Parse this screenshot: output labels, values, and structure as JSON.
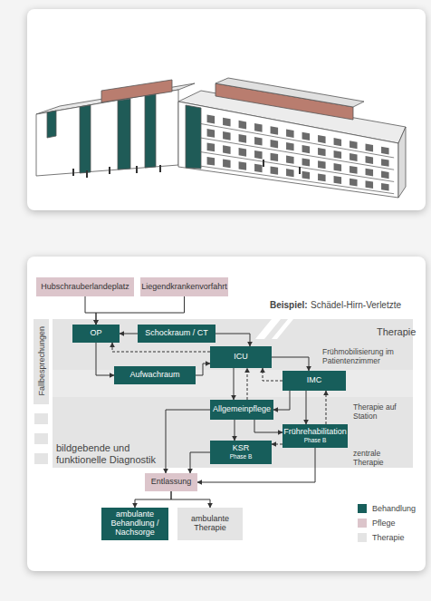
{
  "diagram": {
    "nodes": [
      {
        "text": [
          "Hubschrauberlandeplatz"
        ]
      },
      {
        "text": [
          "Liegendkrankenvorfahrt"
        ]
      },
      {
        "text": [
          "OP"
        ]
      },
      {
        "text": [
          "Schockraum / CT"
        ]
      },
      {
        "text": [
          "Aufwachraum"
        ]
      },
      {
        "text": [
          "ICU"
        ]
      },
      {
        "text": [
          "IMC"
        ]
      },
      {
        "text": [
          "Allgemeinpflege"
        ]
      },
      {
        "text": [
          "Frührehabilitation",
          "Phase B"
        ]
      },
      {
        "text": [
          "KSR",
          "Phase B"
        ]
      },
      {
        "text": [
          "Entlassung"
        ]
      },
      {
        "text": [
          "ambulante Behandlung / Nachsorge"
        ]
      },
      {
        "text": [
          "ambulante Therapie"
        ]
      }
    ],
    "edges": [
      {
        "from": 0,
        "to": 2,
        "arrow": "to"
      },
      {
        "from": 1,
        "to": 2,
        "arrow": "to"
      },
      {
        "from": 3,
        "to": 2,
        "arrow": "to"
      },
      {
        "from": 3,
        "to": 5,
        "arrow": "to"
      },
      {
        "from": 2,
        "to": 4,
        "arrow": "to"
      },
      {
        "from": 4,
        "to": 5,
        "arrow": "to"
      },
      {
        "from": 5,
        "to": 2,
        "arrow": "to"
      },
      {
        "from": 5,
        "to": 6,
        "arrow": "to"
      },
      {
        "from": 6,
        "to": 5,
        "arrow": "to"
      },
      {
        "from": 5,
        "to": 7,
        "arrow": "to"
      },
      {
        "from": 7,
        "to": 5,
        "arrow": "to"
      },
      {
        "from": 6,
        "to": 7,
        "arrow": "to"
      },
      {
        "from": 6,
        "to": 8,
        "arrow": "to"
      },
      {
        "from": 8,
        "to": 6,
        "arrow": "to"
      },
      {
        "from": 7,
        "to": 8,
        "arrow": "to"
      },
      {
        "from": 7,
        "to": 9,
        "arrow": "to"
      },
      {
        "from": 8,
        "to": 9,
        "arrow": "to"
      },
      {
        "from": 7,
        "to": 10,
        "arrow": "to"
      },
      {
        "from": 9,
        "to": 10,
        "arrow": "to"
      },
      {
        "from": 8,
        "to": 10,
        "arrow": "to"
      },
      {
        "from": 10,
        "to": 11,
        "arrow": "to"
      },
      {
        "from": 10,
        "to": 12,
        "arrow": "to"
      }
    ],
    "labels": [
      "Beispiel:",
      "Schädel-Hirn-Verletzte",
      "Therapie",
      "Fallbesprechungen",
      "Frühmobilisierung im Patientenzimmer",
      "Therapie auf Station",
      "zentrale Therapie",
      "bildgebende und funktionelle Diagnostik"
    ],
    "legend": [
      {
        "text": "Behandlung",
        "color": "#175e5b"
      },
      {
        "text": "Pflege",
        "color": "#dcc5cb"
      },
      {
        "text": "Therapie",
        "color": "#e4e4e4"
      }
    ]
  }
}
